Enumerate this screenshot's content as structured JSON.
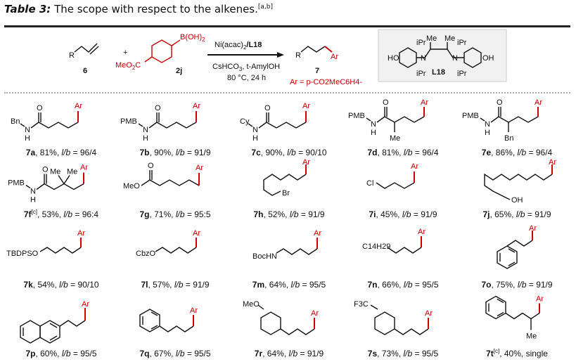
{
  "caption": {
    "label": "Table 3:",
    "text": "The scope with respect to the alkenes.",
    "notes": "[a,b]"
  },
  "scheme": {
    "alkene_R": "R",
    "alkene_id": "6",
    "plus": "+",
    "boronic_group": "B(OH)",
    "boronic_sub": "2",
    "ester": "MeO",
    "ester_sub": "2",
    "ester_c": "C",
    "boronic_id": "2j",
    "catalyst": "Ni(acac)",
    "catalyst_sub": "2",
    "ligand_ref": "/L18",
    "base": "CsHCO",
    "base_sub": "3",
    "solvent": ", t-AmylOH",
    "conditions": "80 °C, 24 h",
    "product_R": "R",
    "product_Ar": "Ar",
    "product_id": "7",
    "ar_def": "Ar = p-CO2MeC6H4-",
    "ligand": {
      "ho_left": "HO",
      "oh_right": "OH",
      "me1": "Me",
      "me2": "Me",
      "n1": "N",
      "n2": "N",
      "ipr": "iPr",
      "name": "L18"
    }
  },
  "colors": {
    "accent": "#cc0000",
    "text": "#111111"
  },
  "entries": [
    {
      "id": "7a",
      "note": "",
      "yield": "81%",
      "ratio_label": "l/b",
      "ratio": "96/4",
      "labels": [
        "Bn",
        "N",
        "H",
        "O",
        "Ar"
      ]
    },
    {
      "id": "7b",
      "note": "",
      "yield": "90%",
      "ratio_label": "l/b",
      "ratio": "91/9",
      "labels": [
        "PMB",
        "N",
        "H",
        "O",
        "Ar"
      ]
    },
    {
      "id": "7c",
      "note": "",
      "yield": "90%",
      "ratio_label": "l/b",
      "ratio": "90/10",
      "labels": [
        "Cy",
        "N",
        "H",
        "O",
        "Ar"
      ]
    },
    {
      "id": "7d",
      "note": "",
      "yield": "81%",
      "ratio_label": "l/b",
      "ratio": "96/4",
      "labels": [
        "PMB",
        "N",
        "H",
        "O",
        "Ar",
        "Me"
      ]
    },
    {
      "id": "7e",
      "note": "",
      "yield": "86%",
      "ratio_label": "l/b",
      "ratio": "96/4",
      "labels": [
        "PMB",
        "N",
        "H",
        "O",
        "Ar",
        "Bn"
      ]
    },
    {
      "id": "7f",
      "note": "[c]",
      "yield": "53%",
      "ratio_label": "l/b",
      "ratio": "96:4",
      "labels": [
        "PMB",
        "N",
        "H",
        "O",
        "Ar",
        "Me",
        "Me"
      ]
    },
    {
      "id": "7g",
      "note": "",
      "yield": "71%",
      "ratio_label": "l/b",
      "ratio": "95:5",
      "labels": [
        "MeO",
        "O",
        "Ar"
      ]
    },
    {
      "id": "7h",
      "note": "",
      "yield": "52%",
      "ratio_label": "l/b",
      "ratio": "91/9",
      "labels": [
        "Br",
        "Ar"
      ]
    },
    {
      "id": "7i",
      "note": "",
      "yield": "45%",
      "ratio_label": "l/b",
      "ratio": "91/9",
      "labels": [
        "Cl",
        "Ar"
      ]
    },
    {
      "id": "7j",
      "note": "",
      "yield": "65%",
      "ratio_label": "l/b",
      "ratio": "91/9",
      "labels": [
        "OH",
        "Ar"
      ]
    },
    {
      "id": "7k",
      "note": "",
      "yield": "54%",
      "ratio_label": "l/b",
      "ratio": "90/10",
      "labels": [
        "TBDPSO",
        "Ar"
      ]
    },
    {
      "id": "7l",
      "note": "",
      "yield": "57%",
      "ratio_label": "l/b",
      "ratio": "91/9",
      "labels": [
        "CbzO",
        "Ar"
      ]
    },
    {
      "id": "7m",
      "note": "",
      "yield": "64%",
      "ratio_label": "l/b",
      "ratio": "95/5",
      "labels": [
        "BocHN",
        "Ar"
      ]
    },
    {
      "id": "7n",
      "note": "",
      "yield": "66%",
      "ratio_label": "l/b",
      "ratio": "95/5",
      "labels": [
        "C14H29",
        "Ar"
      ]
    },
    {
      "id": "7o",
      "note": "",
      "yield": "75%",
      "ratio_label": "l/b",
      "ratio": "91/9",
      "labels": [
        "Ar"
      ]
    },
    {
      "id": "7p",
      "note": "",
      "yield": "60%",
      "ratio_label": "l/b",
      "ratio": "95/5",
      "labels": [
        "Ar"
      ]
    },
    {
      "id": "7q",
      "note": "",
      "yield": "67%",
      "ratio_label": "l/b",
      "ratio": "95/5",
      "labels": [
        "Ar"
      ]
    },
    {
      "id": "7r",
      "note": "",
      "yield": "64%",
      "ratio_label": "l/b",
      "ratio": "91/9",
      "labels": [
        "MeO",
        "Ar"
      ]
    },
    {
      "id": "7s",
      "note": "",
      "yield": "73%",
      "ratio_label": "l/b",
      "ratio": "95/5",
      "labels": [
        "F3C",
        "Ar"
      ]
    },
    {
      "id": "7t",
      "note": "[c]",
      "yield": "40%",
      "selectivity": "single",
      "labels": [
        "Me",
        "Ar"
      ]
    }
  ]
}
